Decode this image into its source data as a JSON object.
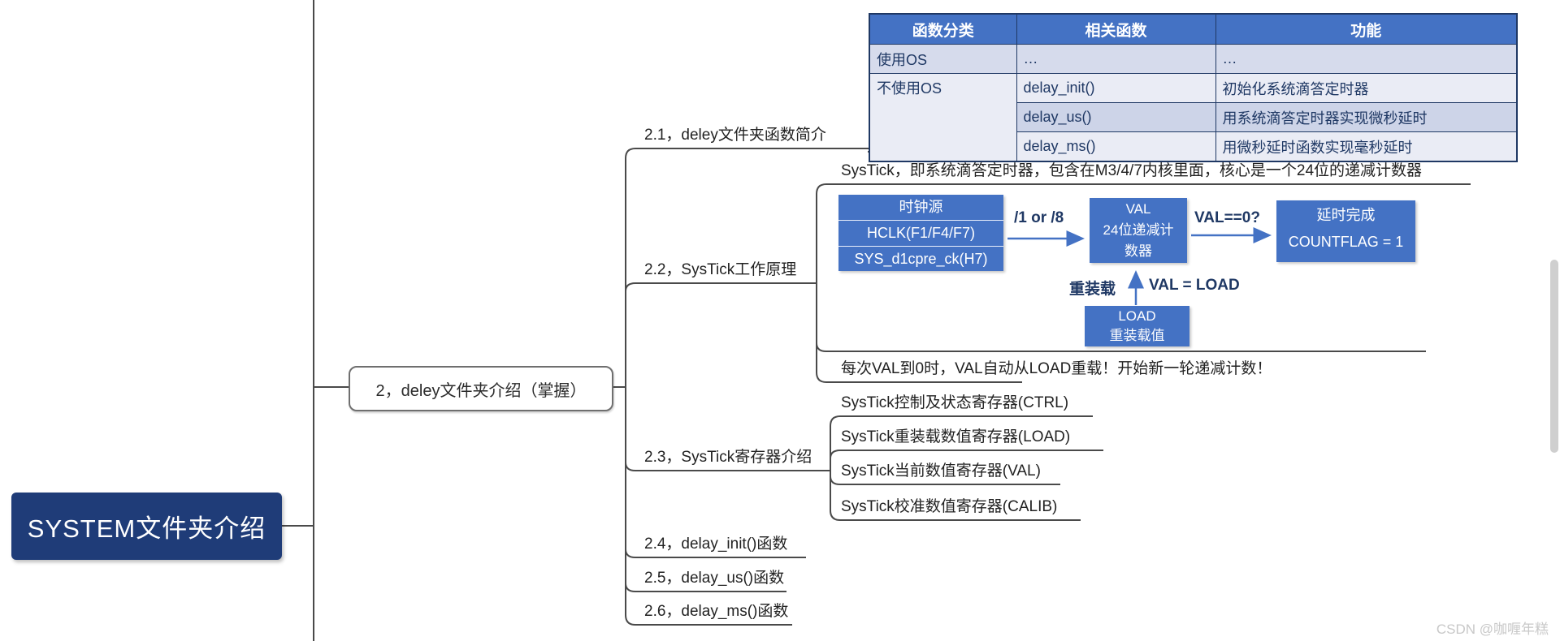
{
  "root": {
    "label": "SYSTEM文件夹介绍"
  },
  "node2": {
    "label": "2，deley文件夹介绍（掌握）"
  },
  "branches": {
    "b21": {
      "label": "2.1，deley文件夹函数简介"
    },
    "b22": {
      "label": "2.2，SysTick工作原理"
    },
    "b23": {
      "label": "2.3，SysTick寄存器介绍"
    },
    "b24": {
      "label": "2.4，delay_init()函数"
    },
    "b25": {
      "label": "2.5，delay_us()函数"
    },
    "b26": {
      "label": "2.6，delay_ms()函数"
    }
  },
  "table": {
    "headers": [
      "函数分类",
      "相关函数",
      "功能"
    ],
    "rows": [
      {
        "category": "使用OS",
        "func": "…",
        "desc": "…"
      },
      {
        "category": "不使用OS",
        "func": "delay_init()",
        "desc": "初始化系统滴答定时器"
      },
      {
        "func": "delay_us()",
        "desc": "用系统滴答定时器实现微秒延时"
      },
      {
        "func": "delay_ms()",
        "desc": "用微秒延时函数实现毫秒延时"
      }
    ]
  },
  "systick": {
    "intro": "SysTick，即系统滴答定时器，包含在M3/4/7内核里面，核心是一个24位的递减计数器",
    "clock_box": {
      "title": "时钟源",
      "line1": "HCLK(F1/F4/F7)",
      "line2": "SYS_d1cpre_ck(H7)"
    },
    "div_label": "/1 or /8",
    "val_box": {
      "line1": "VAL",
      "line2": "24位递减计",
      "line3": "数器"
    },
    "zero_label": "VAL==0?",
    "done_box": {
      "line1": "延时完成",
      "line2": "COUNTFLAG = 1"
    },
    "reload_label": "重装载",
    "val_load_label": "VAL = LOAD",
    "load_box": {
      "line1": "LOAD",
      "line2": "重装载值"
    },
    "note": "每次VAL到0时，VAL自动从LOAD重载！开始新一轮递减计数！"
  },
  "registers": [
    "SysTick控制及状态寄存器(CTRL)",
    "SysTick重装载数值寄存器(LOAD)",
    "SysTick当前数值寄存器(VAL)",
    "SysTick校准数值寄存器(CALIB)"
  ],
  "watermark": "CSDN @咖喱年糕",
  "colors": {
    "accent_blue": "#4472c4",
    "navy_text": "#1f3864",
    "root_bg": "#1f3c78",
    "line_gray": "#4a4a4a"
  }
}
